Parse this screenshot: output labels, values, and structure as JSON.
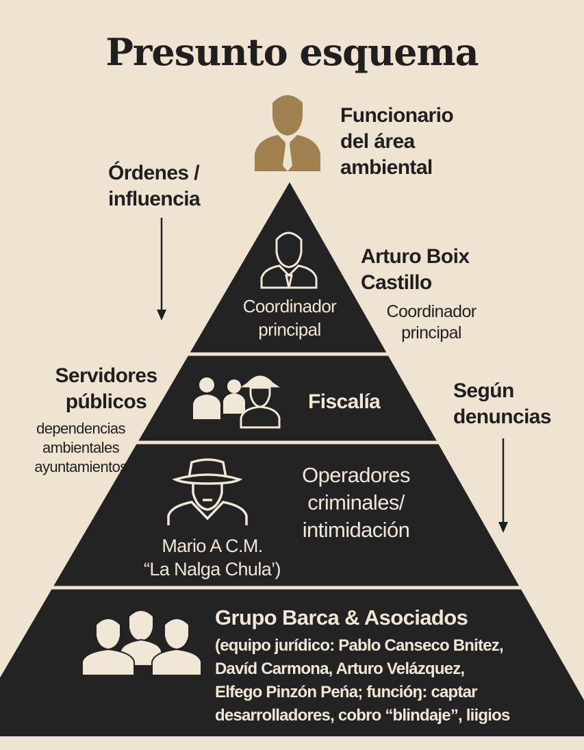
{
  "title": "Presunto esquema",
  "colors": {
    "background": "#efe3d2",
    "pyramid": "#232323",
    "accent_gold": "#a0804f",
    "light_text": "#f1e7d6"
  },
  "top": {
    "label_lines": [
      "Funcionario",
      "del área",
      "ambiental"
    ]
  },
  "left_arrow": {
    "label_lines": [
      "Órdenes /",
      "influencia"
    ]
  },
  "right_arrow": {
    "label_lines": [
      "Según",
      "denuncias"
    ]
  },
  "levels": [
    {
      "inner_lines": [
        "Coordinador",
        "principal"
      ],
      "outside_name_lines": [
        "Arturo Boix",
        "Castillo"
      ],
      "outside_role_lines": [
        "Coordinador",
        "principal"
      ]
    },
    {
      "label": "Fiscalía",
      "outside_title_lines": [
        "Servidores",
        "públicos"
      ],
      "outside_sub_lines": [
        "dependencias",
        "ambientales",
        "ayuntamientos"
      ]
    },
    {
      "person_lines": [
        "Mario A C.M.",
        "“La Nalga Chula’)"
      ],
      "label_lines": [
        "Operadores",
        "criminales/",
        "intimidación"
      ]
    },
    {
      "title": "Grupo Barca & Asociados",
      "detail_lines": [
        "(equipo jurídico: Pablo Canseco Bnitez,",
        "Davíd Carmona, Arturo Velázquez,",
        "Elfego Pinzón Peńa; funcióŋ: captar",
        "desarrolladores, cobro “blindaje”, liigios"
      ]
    }
  ]
}
